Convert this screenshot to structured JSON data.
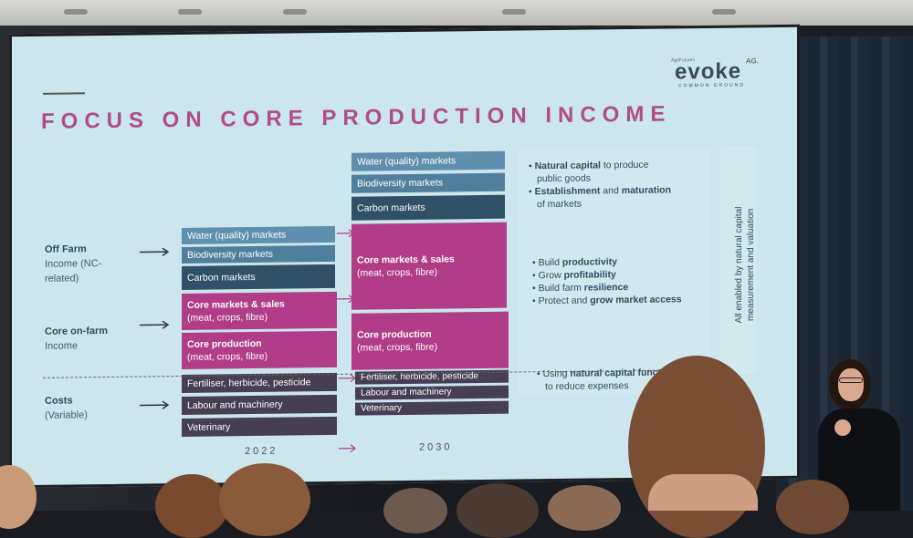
{
  "slide": {
    "title": "FOCUS ON CORE PRODUCTION INCOME",
    "logo": {
      "small": "AgriFutures",
      "main": "evoke",
      "ag": "AG.",
      "sub": "COMMON GROUND"
    },
    "left_labels": {
      "off_farm_main": "Off Farm",
      "off_farm_sub1": "Income (NC-",
      "off_farm_sub2": "related)",
      "core_main": "Core on-farm",
      "core_sub": "Income",
      "costs_main": "Costs",
      "costs_sub": "(Variable)"
    },
    "col2022": {
      "water": "Water (quality) markets",
      "bio": "Biodiversity markets",
      "carbon": "Carbon markets",
      "core_ms_1": "Core markets & sales",
      "core_ms_2": "(meat, crops, fibre)",
      "core_p_1": "Core production",
      "core_p_2": "(meat, crops, fibre)",
      "fert": "Fertiliser, herbicide, pesticide",
      "labour": "Labour and machinery",
      "vet": "Veterinary",
      "year": "2022"
    },
    "col2030": {
      "water": "Water (quality) markets",
      "bio": "Biodiversity markets",
      "carbon": "Carbon markets",
      "core_ms_1": "Core markets & sales",
      "core_ms_2": "(meat, crops, fibre)",
      "core_p_1": "Core production",
      "core_p_2": "(meat, crops, fibre)",
      "fert": "Fertiliser, herbicide, pesticide",
      "labour": "Labour and machinery",
      "vet": "Veterinary",
      "year": "2030"
    },
    "bullets_top": [
      {
        "a": "Natural capital",
        "b": " to produce",
        "c": "public goods"
      },
      {
        "a": "Establishment",
        "b": " and ",
        "c": "maturation",
        "d": "of markets"
      }
    ],
    "bullets_mid": [
      {
        "a": "Build ",
        "b": "productivity"
      },
      {
        "a": "Grow ",
        "b": "profitability"
      },
      {
        "a": "Build farm ",
        "b": "resilience"
      },
      {
        "a": "Protect and ",
        "b": "grow market access"
      }
    ],
    "bullets_low": {
      "a": "Using ",
      "b": "natural capital functi",
      "c": "to reduce expenses"
    },
    "vertical_1": "All enabled by natural capital",
    "vertical_2": "measurement and valuation"
  },
  "colors": {
    "title": "#b04d86",
    "magenta": "#b13c87",
    "teal_light": "#5f8fae",
    "teal_dark": "#2f5067",
    "cost": "#463e51",
    "screen": "#cbe6ec"
  }
}
